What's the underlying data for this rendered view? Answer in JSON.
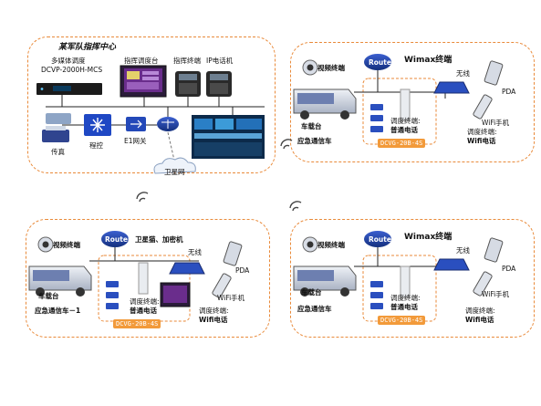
{
  "hq": {
    "title": "某军队指挥中心",
    "multimedia_dispatch": "多媒体调度",
    "model": "DCVP-2000H-MCS",
    "dispatch_console": "指挥调度台",
    "command_terminal": "指挥终端",
    "ip_phone": "IP电话机",
    "fax": "传真",
    "master_control": "程控",
    "e1_gateway": "E1网关",
    "satellite_network": "卫星网"
  },
  "vehicle_top": {
    "video_terminal": "视频终端",
    "router": "Router",
    "wimax_terminal": "Wimax终端",
    "wireless": "无线",
    "pda": "PDA",
    "wifi_phone": "WiFi手机",
    "vehicle_console": "车载台",
    "emergency_vehicle": "应急通信车",
    "dispatch_terminal": "调度终端:",
    "ordinary_phone": "普通电话",
    "dispatch_terminal_2": "调度终端:",
    "wifi_phone_2": "Wifi电话",
    "dcvg": "DCVG-20B-4S"
  },
  "vehicle_left": {
    "video_terminal": "视频终端",
    "router": "Router",
    "satellite_crypto": "卫星猫、加密机",
    "wireless": "无线",
    "pda": "PDA",
    "wifi_phone": "WiFi手机",
    "vehicle_console": "车载台",
    "emergency_vehicle": "应急通信车－1",
    "dispatch_terminal": "调度终端:",
    "ordinary_phone": "普通电话",
    "dispatch_terminal_2": "调度终端:",
    "wifi_phone_2": "Wifi电话",
    "dcvg": "DCVG-20B-4S"
  },
  "vehicle_right": {
    "video_terminal": "视频终端",
    "router": "Router",
    "wimax_terminal": "Wimax终端",
    "wireless": "无线",
    "pda": "PDA",
    "wifi_phone": "WiFi手机",
    "vehicle_console": "车载台",
    "emergency_vehicle": "应急通信车",
    "dispatch_terminal": "调度终端:",
    "ordinary_phone": "普通电话",
    "dispatch_terminal_2": "调度终端:",
    "wifi_phone_2": "Wifi电话",
    "dcvg": "DCVG-20B-4S"
  },
  "colors": {
    "panel_border": "#e98a3a",
    "router_blue": "#1f3f9e",
    "device_blue": "#2a4fbf",
    "dcvg_orange": "#f29a3a"
  }
}
